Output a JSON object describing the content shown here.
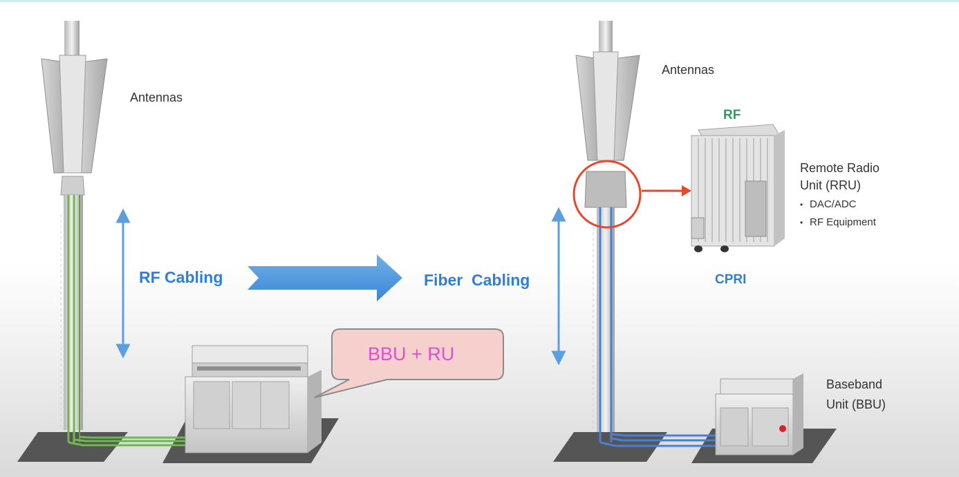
{
  "left": {
    "antennas_label": "Antennas",
    "cabling_label": "RF Cabling",
    "bubble_label": "BBU + RU"
  },
  "right": {
    "antennas_label": "Antennas",
    "rf_label": "RF",
    "rru_title_line1": "Remote Radio",
    "rru_title_line2": "Unit (RRU)",
    "rru_bullets": [
      "DAC/ADC",
      "RF Equipment"
    ],
    "cpri_label": "CPRI",
    "cabling_label": "Fiber  Cabling",
    "bbu_line1": "Baseband",
    "bbu_line2": "Unit (BBU)"
  },
  "colors": {
    "accent_blue": "#2f7fd6",
    "rf_green": "#27a05a",
    "callout_red": "#e8472c",
    "bubble_fill": "#f6d0cc",
    "bubble_text": "#e04fd0",
    "rf_cable": "#6fb84f",
    "fiber_cable": "#4a7fd6"
  },
  "icons": [
    "antenna-tower-icon",
    "cabinet-icon",
    "rru-unit-icon",
    "transition-arrow-icon",
    "double-arrow-icon"
  ]
}
